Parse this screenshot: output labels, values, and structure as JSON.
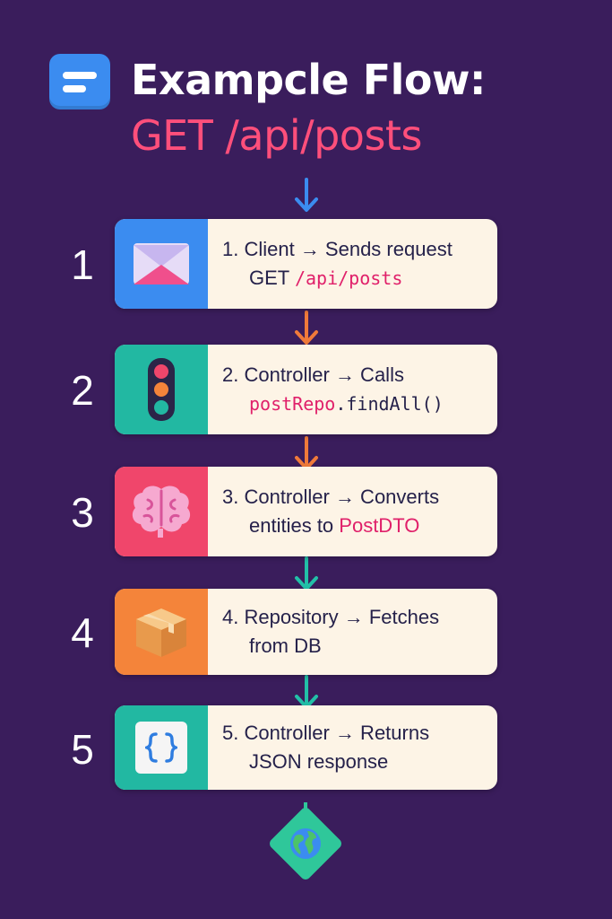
{
  "header": {
    "title": "Exampcle Flow:",
    "subtitle": "GET /api/posts"
  },
  "colors": {
    "background": "#3a1d5c",
    "card": "#fdf4e6",
    "accent_pink": "#ff4f7b",
    "arrow_blue": "#3b8cf0",
    "arrow_orange": "#f07a3a",
    "arrow_teal": "#22c0a8"
  },
  "steps": [
    {
      "number": "1",
      "icon": "envelope-icon",
      "tile_color": "#3b8cf0",
      "line1": "1.  Client → Sends request",
      "line2_plain": "GET ",
      "line2_accent": "/api/posts",
      "line2_rest": ""
    },
    {
      "number": "2",
      "icon": "traffic-light-icon",
      "tile_color": "#22b8a2",
      "line1": "2.  Controller → Calls",
      "line2_plain": "",
      "line2_accent": "postRepo",
      "line2_rest": ".findAll()"
    },
    {
      "number": "3",
      "icon": "brain-icon",
      "tile_color": "#f0466b",
      "line1": "3.  Controller → Converts",
      "line2_plain": "entities to ",
      "line2_accent": "PostDTO",
      "line2_rest": ""
    },
    {
      "number": "4",
      "icon": "package-box-icon",
      "tile_color": "#f4843a",
      "line1": "4.  Repository → Fetches",
      "line2_plain": "from DB",
      "line2_accent": "",
      "line2_rest": ""
    },
    {
      "number": "5",
      "icon": "curly-braces-icon",
      "tile_color": "#22b8a2",
      "line1": "5.  Controller → Returns",
      "line2_plain": "JSON response",
      "line2_accent": "",
      "line2_rest": ""
    }
  ],
  "endpoint": {
    "icon": "globe-icon",
    "color": "#2fc79a"
  }
}
